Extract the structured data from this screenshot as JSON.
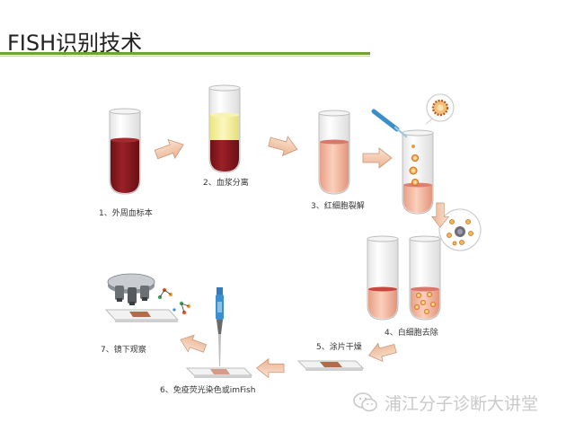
{
  "title": "FISH识别技术",
  "steps": [
    "1、外周血标本",
    "2、血浆分离",
    "3、红细胞裂解",
    "4、白细胞去除",
    "5、涂片干燥",
    "6、免疫荧光染色或imFish",
    "7、镜下观察"
  ],
  "watermark": "浦江分子诊断大讲堂",
  "colors": {
    "blood": "#8c1a1f",
    "plasma": "#f2ee9a",
    "lysed": "#e7a383",
    "arrow": "#f2c7a6",
    "accent_green": "#6fa233"
  }
}
